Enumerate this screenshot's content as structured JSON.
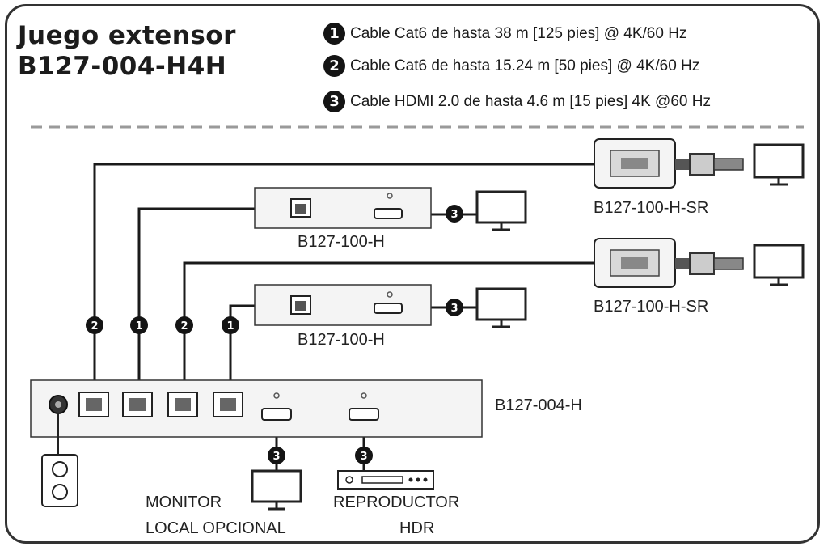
{
  "title": {
    "line1": "Juego extensor",
    "line2": "B127-004-H4H"
  },
  "legend": [
    {
      "num": "1",
      "text": "Cable Cat6 de hasta 38 m [125 pies] @ 4K/60 Hz"
    },
    {
      "num": "2",
      "text": "Cable Cat6 de hasta 15.24 m [50 pies] @ 4K/60 Hz"
    },
    {
      "num": "3",
      "text": "Cable HDMI 2.0 de hasta 4.6 m [15 pies] 4K @60 Hz"
    }
  ],
  "devices": {
    "receiver_sr_top": "B127-100-H-SR",
    "receiver_top": "B127-100-H",
    "receiver_sr_bottom": "B127-100-H-SR",
    "receiver_bottom": "B127-100-H",
    "splitter": "B127-004-H"
  },
  "badges": {
    "one": "1",
    "two": "2",
    "three": "3"
  },
  "bottom_labels": {
    "monitor_line1": "MONITOR",
    "monitor_line2": "LOCAL OPCIONAL",
    "player_line1": "REPRODUCTOR",
    "player_line2": "HDR"
  },
  "colors": {
    "line": "#1a1a1a",
    "badge": "#141414",
    "device_fill": "#f4f4f4"
  }
}
